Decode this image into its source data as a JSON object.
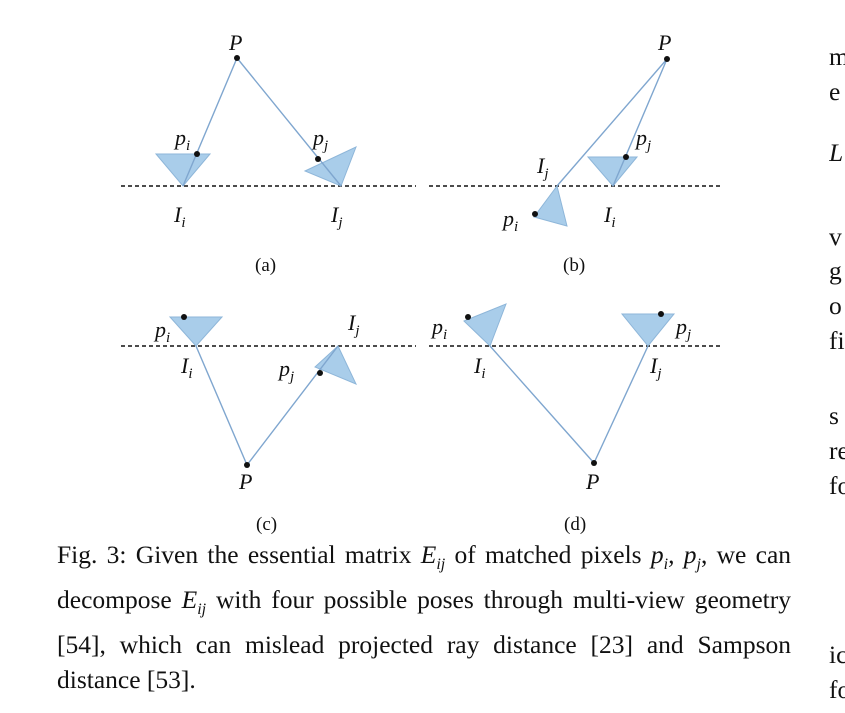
{
  "figure": {
    "panels": [
      {
        "tag": "(a)",
        "labels": {
          "P": "P",
          "pi": "p",
          "pj": "p",
          "Ii": "I",
          "Ij": "I",
          "si": "i",
          "sj": "j"
        }
      },
      {
        "tag": "(b)"
      },
      {
        "tag": "(c)"
      },
      {
        "tag": "(d)"
      }
    ],
    "sym": {
      "P": "P",
      "p": "p",
      "I": "I",
      "i": "i",
      "j": "j"
    }
  },
  "caption": {
    "fig_label": "Fig. 3:",
    "t1": "Given the essential matrix",
    "E": "E",
    "ij": "ij",
    "t2": "of matched pixels",
    "pij": "p",
    "t3": "we can decompose",
    "t4": "with four possible poses through multi-view geometry [54], which can mislead projected ray distance [23] and Sampson distance [53]."
  },
  "margin": [
    "m",
    "e",
    "L",
    "v",
    "g",
    "o",
    "fi",
    "s",
    "re",
    "fo",
    "ic",
    "fo"
  ]
}
